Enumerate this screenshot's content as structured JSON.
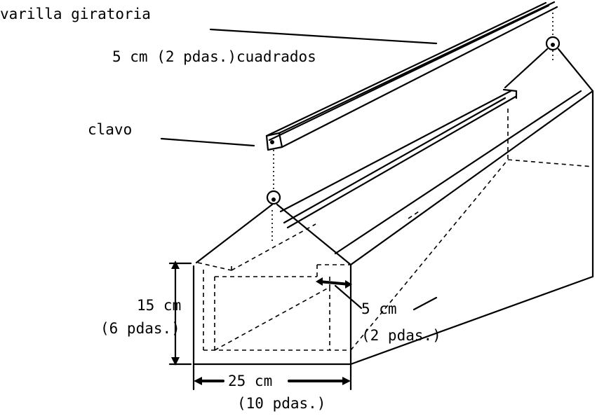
{
  "labels": {
    "rod": "varilla giratoria",
    "rod_size": "5 cm (2 pdas.)cuadrados",
    "nail": "clavo",
    "height_cm": "15 cm",
    "height_in": "(6 pdas.)",
    "lip_cm": "5 cm",
    "lip_in": "(2 pdas.)",
    "width_cm": "25 cm",
    "width_in": "(10 pdas.)"
  }
}
